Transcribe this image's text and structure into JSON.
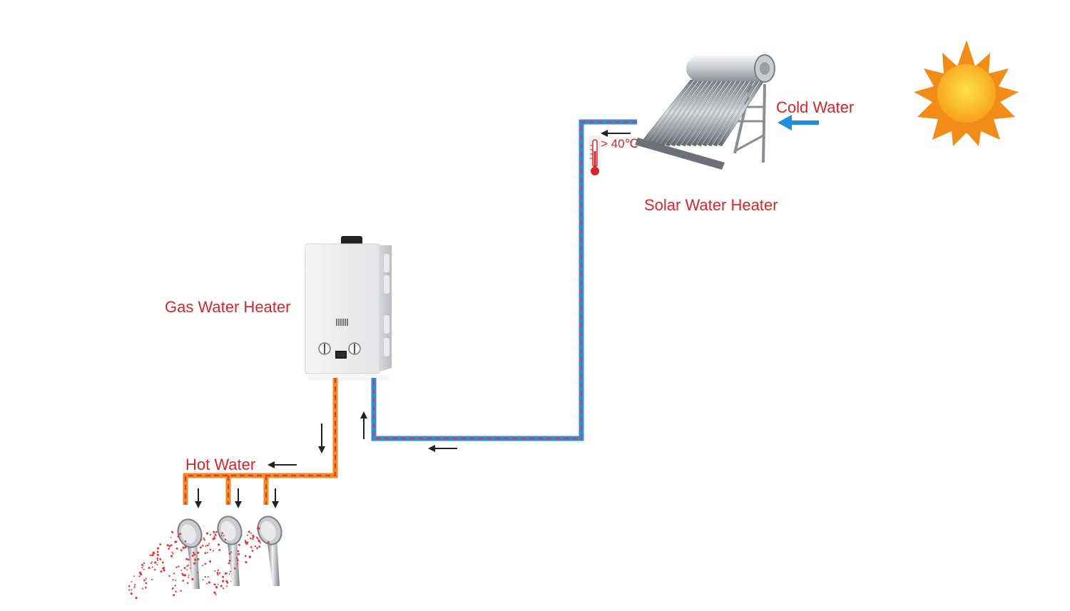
{
  "labels": {
    "cold_water": "Cold Water",
    "solar_water_heater": "Solar Water Heater",
    "gas_water_heater": "Gas Water Heater",
    "hot_water": "Hot Water",
    "temperature": "> 40℃"
  },
  "colors": {
    "label_red": "#d8262c",
    "cold_pipe": "#2f8fd8",
    "hot_pipe": "#f08a1e",
    "dash": "#e0383c",
    "arrow_dark": "#222222",
    "cold_arrow": "#1f8de0",
    "sun_rays": "#f28c18",
    "sun_core": "#ffc21a"
  },
  "icons": [
    "sun-icon",
    "solar-water-heater-icon",
    "gas-water-heater-icon",
    "thermometer-icon",
    "shower-head-icon",
    "flow-arrow-icon"
  ]
}
